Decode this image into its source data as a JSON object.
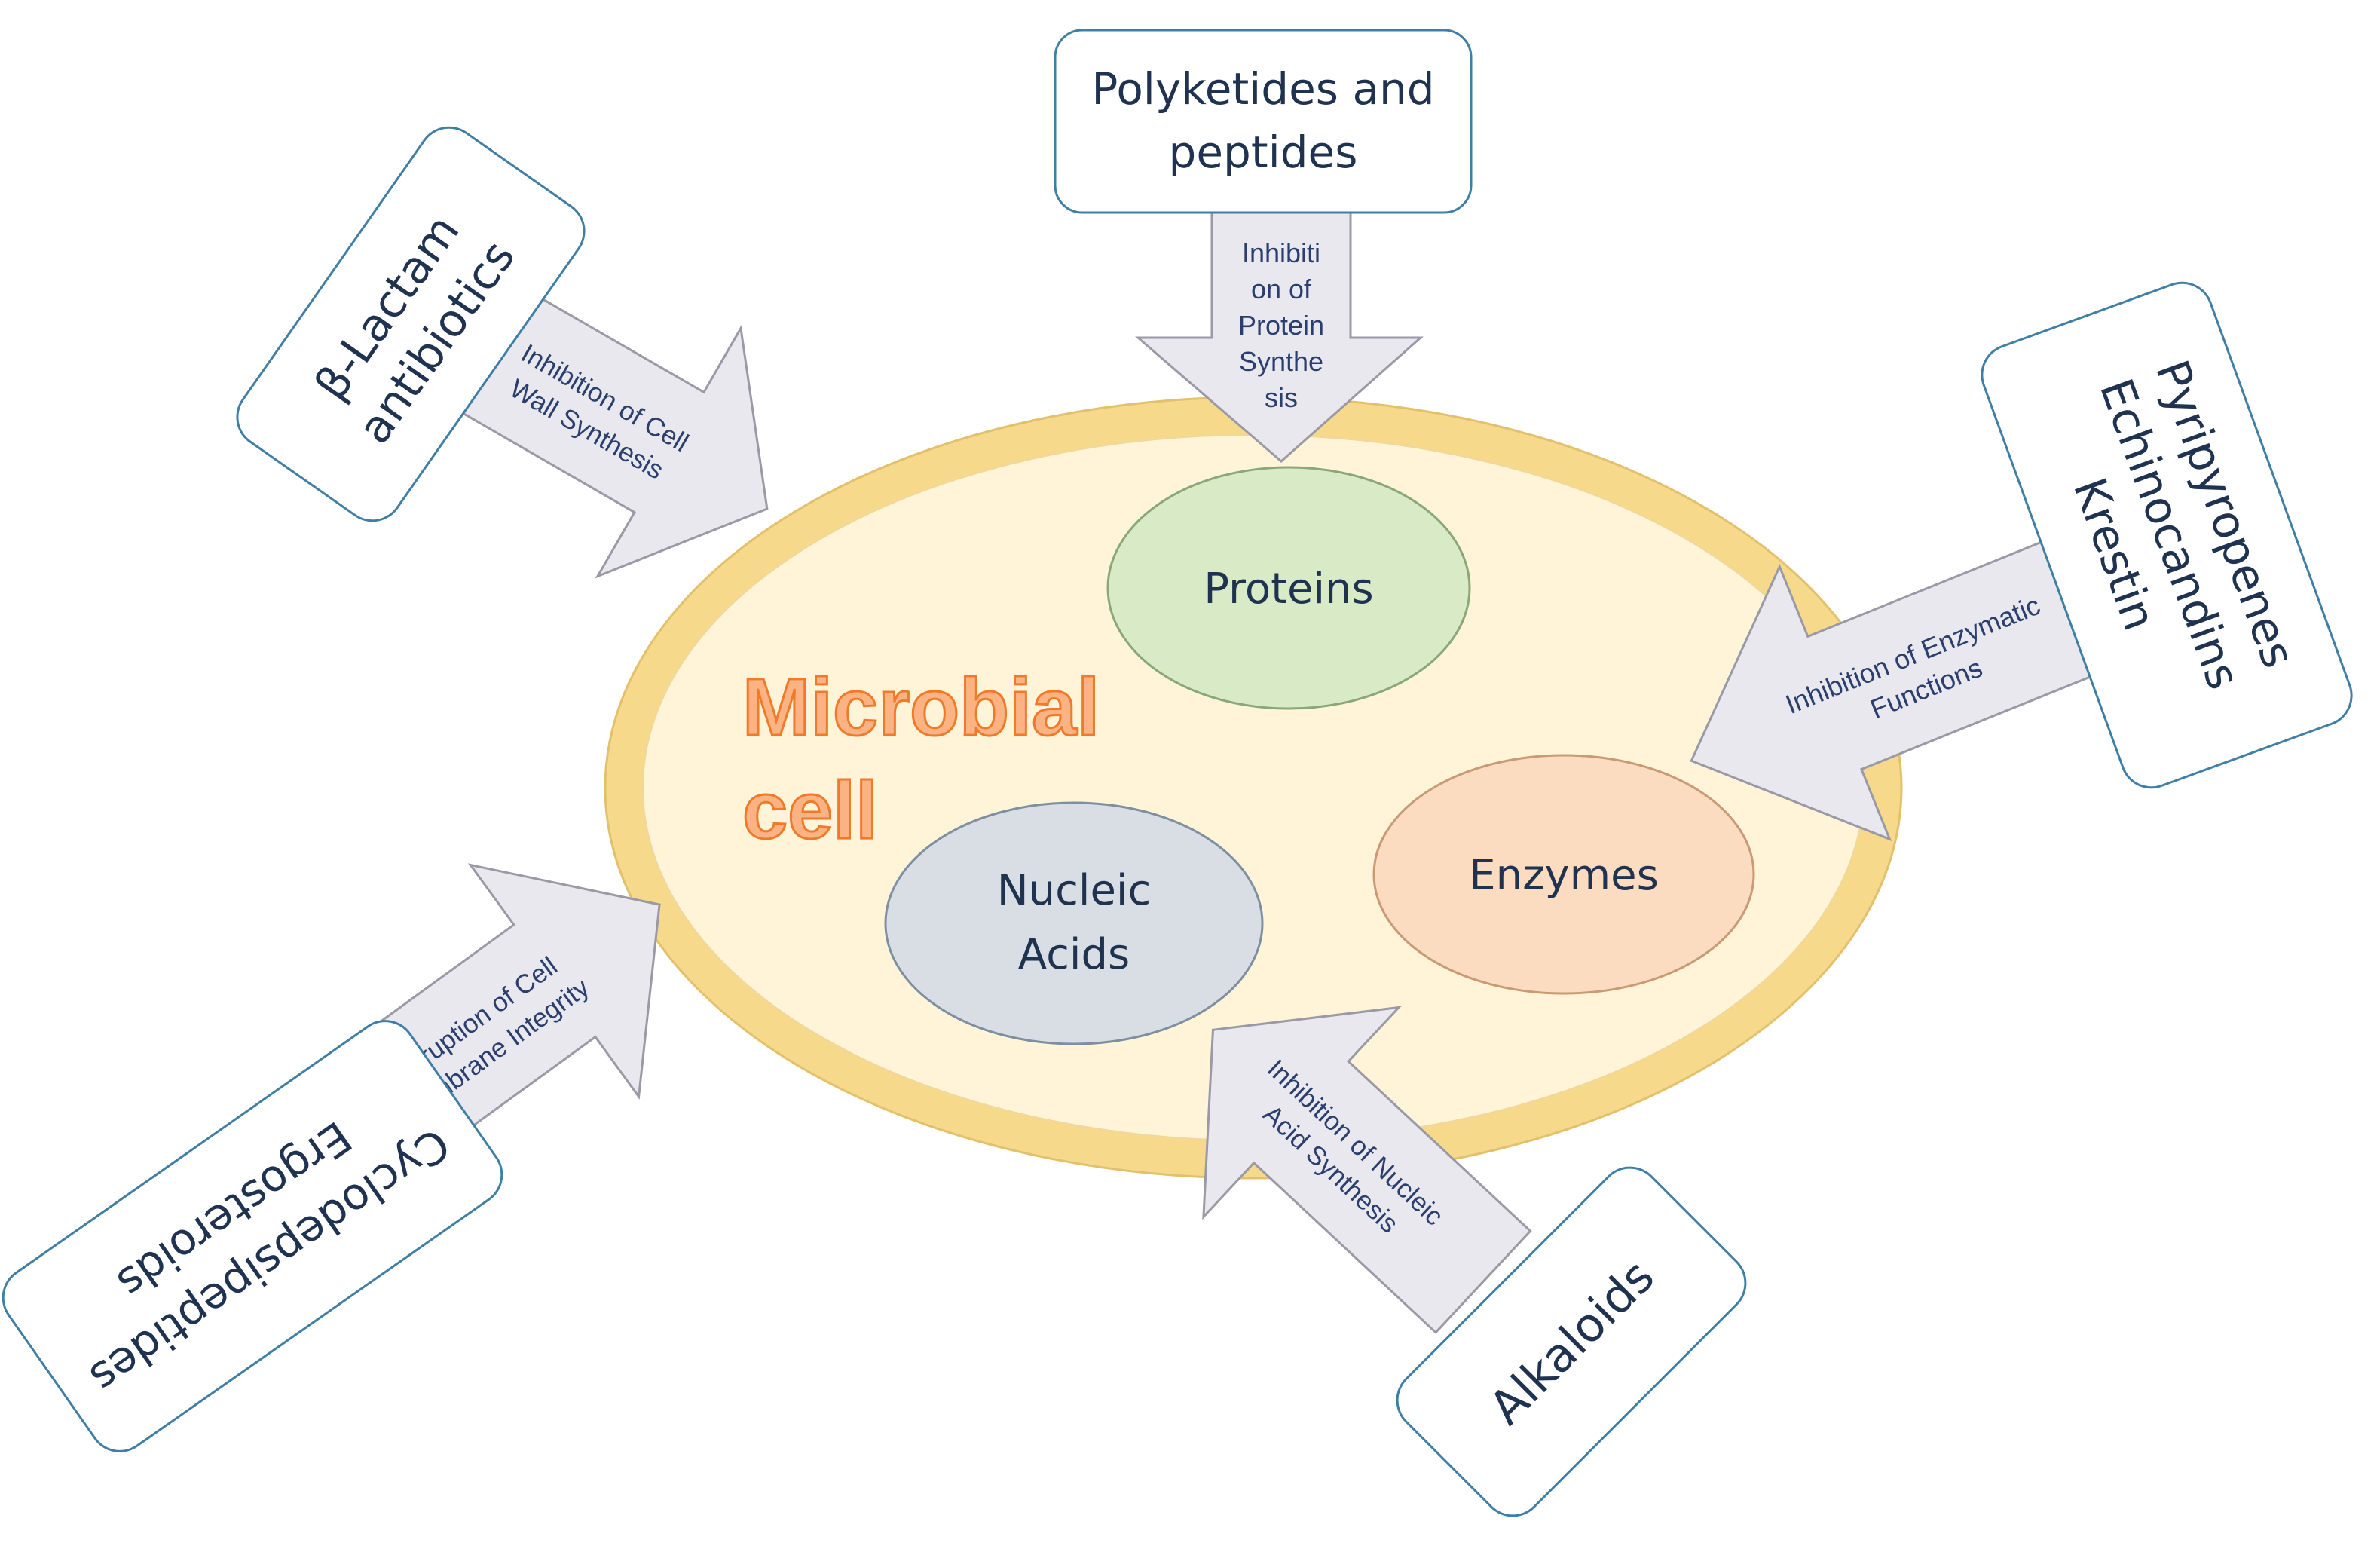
{
  "cell": {
    "title_line1": "Microbial",
    "title_line2": "cell"
  },
  "organelles": {
    "proteins": "Proteins",
    "nucleic_line1": "Nucleic",
    "nucleic_line2": "Acids",
    "enzymes": "Enzymes"
  },
  "sources": {
    "polyketides_line1": "Polyketides and",
    "polyketides_line2": "peptides",
    "beta_lactam_line1": "β-Lactam",
    "beta_lactam_line2": "antibiotics",
    "pyripyropenes_line1": "Pyripyropenes",
    "pyripyropenes_line2": "Echinocandins",
    "pyripyropenes_line3": "Krestin",
    "cyclo_line1": "Cyclodepsipeptides",
    "cyclo_line2": "Ergosteroids",
    "alkaloids": "Alkaloids"
  },
  "mechanisms": {
    "protein_synthesis_lines": [
      "Inhibiti",
      "on of",
      "Protein",
      "Synthe",
      "sis"
    ],
    "cell_wall_line1": "Inhibition  of Cell",
    "cell_wall_line2": "Wall Synthesis",
    "enzymatic_line1": "Inhibition  of Enzymatic",
    "enzymatic_line2": "Functions",
    "membrane_line1": "Disruption of Cell",
    "membrane_line2": "Membrane Integrity",
    "nucleic_line1": "Inhibition  of Nucleic",
    "nucleic_line2": "Acid Synthesis"
  },
  "colors": {
    "box_border": "#3f7fa6",
    "arrow_fill": "#e9e8ee",
    "arrow_stroke": "#9a9aa6",
    "cell_outer": "#f6d98a",
    "cell_inner": "#fff4d8",
    "title_fill": "#fbb383",
    "title_stroke": "#f07a2a",
    "proteins_fill": "#d8ebc6",
    "nucleic_fill": "#d8dee4",
    "enzymes_fill": "#fbdcc0"
  }
}
